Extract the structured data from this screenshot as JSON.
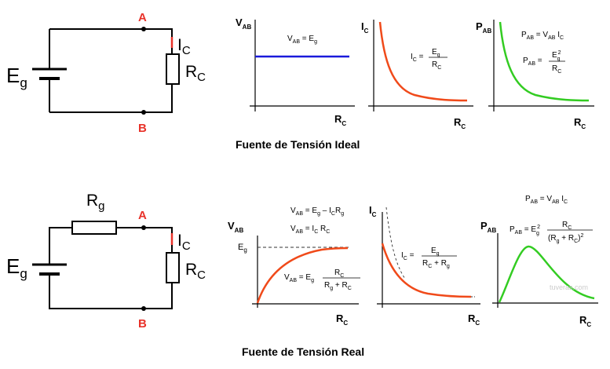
{
  "ideal": {
    "caption": "Fuente de Tensión Ideal",
    "circuit": {
      "source": "E",
      "source_sub": "g",
      "node_a": "A",
      "node_b": "B",
      "current": "I",
      "current_sub": "C",
      "load": "R",
      "load_sub": "C"
    },
    "plot_vab": {
      "y_axis": "V",
      "y_sub": "AB",
      "x_axis": "R",
      "x_sub": "C",
      "eq": "V",
      "eq_sub": "AB",
      "eq_rhs": " = E",
      "eq_rhs_sub": "g"
    },
    "plot_ic": {
      "y_axis": "I",
      "y_sub": "C",
      "x_axis": "R",
      "x_sub": "C",
      "eq_lhs": "I",
      "eq_lhs_sub": "C",
      "eq_eq": " =",
      "num": "E",
      "num_sub": "g",
      "den": "R",
      "den_sub": "C"
    },
    "plot_pab": {
      "y_axis": "P",
      "y_sub": "AB",
      "x_axis": "R",
      "x_sub": "C",
      "eq1": "P",
      "eq1_sub": "AB",
      "eq1_mid": " = V",
      "eq1_mid_sub": "AB",
      "eq1_end": " I",
      "eq1_end_sub": "C",
      "eq2": "P",
      "eq2_sub": "AB",
      "eq2_eq": " =",
      "num": "E",
      "num_sup": "2",
      "num_sub": "g",
      "den": "R",
      "den_sub": "C"
    }
  },
  "real": {
    "caption": "Fuente de Tensión Real",
    "circuit": {
      "source": "E",
      "source_sub": "g",
      "internal": "R",
      "internal_sub": "g",
      "node_a": "A",
      "node_b": "B",
      "current": "I",
      "current_sub": "C",
      "load": "R",
      "load_sub": "C"
    },
    "plot_vab": {
      "y_axis": "V",
      "y_sub": "AB",
      "x_axis": "R",
      "x_sub": "C",
      "level": "E",
      "level_sub": "g",
      "eq1": "V",
      "eq1_sub": "AB",
      "eq1_rhs": " = E",
      "eq1_rhs_sub": "g",
      "eq1_rest": " – I",
      "eq1_rest_sub": "C",
      "eq1_end": "R",
      "eq1_end_sub": "g",
      "eq2": "V",
      "eq2_sub": "AB",
      "eq2_rhs": " = I",
      "eq2_rhs_sub": "C",
      "eq2_end": " R",
      "eq2_end_sub": "C",
      "eq3": "V",
      "eq3_sub": "AB",
      "eq3_rhs": " = E",
      "eq3_rhs_sub": "g",
      "num": "R",
      "num_sub": "C",
      "den": "R",
      "den_sub1": "g",
      "den_mid": " + R",
      "den_sub2": "C"
    },
    "plot_ic": {
      "y_axis": "I",
      "y_sub": "C",
      "x_axis": "R",
      "x_sub": "C",
      "eq_lhs": "I",
      "eq_lhs_sub": "C",
      "eq_eq": " =",
      "num": "E",
      "num_sub": "g",
      "den": "R",
      "den_sub1": "C",
      "den_mid": " + R",
      "den_sub2": "g"
    },
    "plot_pab": {
      "y_axis": "P",
      "y_sub": "AB",
      "x_axis": "R",
      "x_sub": "C",
      "watermark": "tuveras.com",
      "eq1": "P",
      "eq1_sub": "AB",
      "eq1_mid": " = V",
      "eq1_mid_sub": "AB",
      "eq1_end": " I",
      "eq1_end_sub": "C",
      "eq2": "P",
      "eq2_sub": "AB",
      "eq2_eq": " = E",
      "eq2_sup": "2",
      "eq2_sub2": "g",
      "num": "R",
      "num_sub": "C",
      "den": "(R",
      "den_sub1": "g",
      "den_mid": " + R",
      "den_sub2": "C",
      "den_end": ")",
      "den_sup": "2"
    }
  },
  "colors": {
    "wire": "#000000",
    "node_label": "#e8322a",
    "curve_ideal_v": "#1a1adb",
    "curve_current": "#f04a1a",
    "curve_power": "#33cc22",
    "dashed": "#333333"
  }
}
